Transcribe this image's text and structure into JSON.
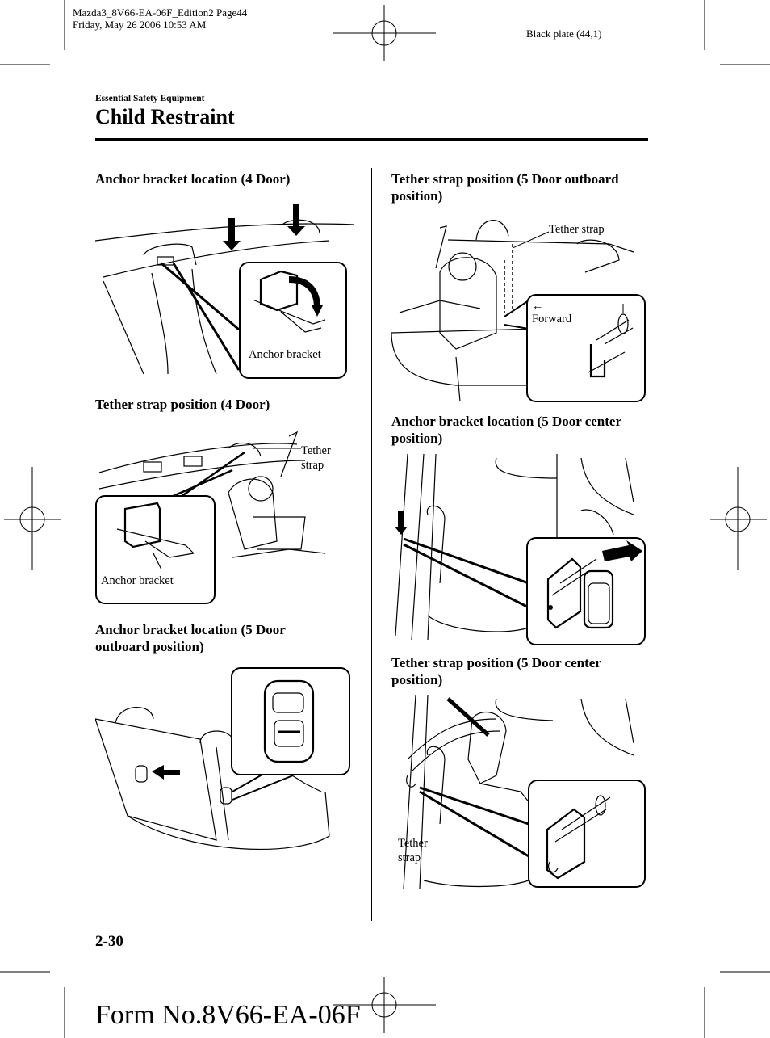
{
  "header": {
    "file_line": "Mazda3_8V66-EA-06F_Edition2 Page44",
    "date_line": "Friday, May 26 2006 10:53 AM",
    "plate": "Black plate (44,1)"
  },
  "section_label": "Essential Safety Equipment",
  "page_title": "Child Restraint",
  "figures": {
    "anchor_4door": {
      "caption": "Anchor bracket location (4 Door)",
      "label": "Anchor bracket"
    },
    "tether_4door": {
      "caption": "Tether strap position (4 Door)",
      "label_line1": "Tether",
      "label_line2": "strap",
      "label2": "Anchor bracket"
    },
    "anchor_5door_outboard": {
      "caption_line1": "Anchor bracket location (5 Door",
      "caption_line2": "outboard position)"
    },
    "tether_5door_outboard": {
      "caption_line1": "Tether strap position (5 Door outboard",
      "caption_line2": "position)",
      "label": "Tether strap",
      "forward": "Forward"
    },
    "anchor_5door_center": {
      "caption_line1": "Anchor bracket location (5 Door center",
      "caption_line2": "position)"
    },
    "tether_5door_center": {
      "caption_line1": "Tether strap position (5 Door center",
      "caption_line2": "position)",
      "label_line1": "Tether",
      "label_line2": "strap"
    }
  },
  "page_number": "2-30",
  "form_number": "Form No.8V66-EA-06F"
}
